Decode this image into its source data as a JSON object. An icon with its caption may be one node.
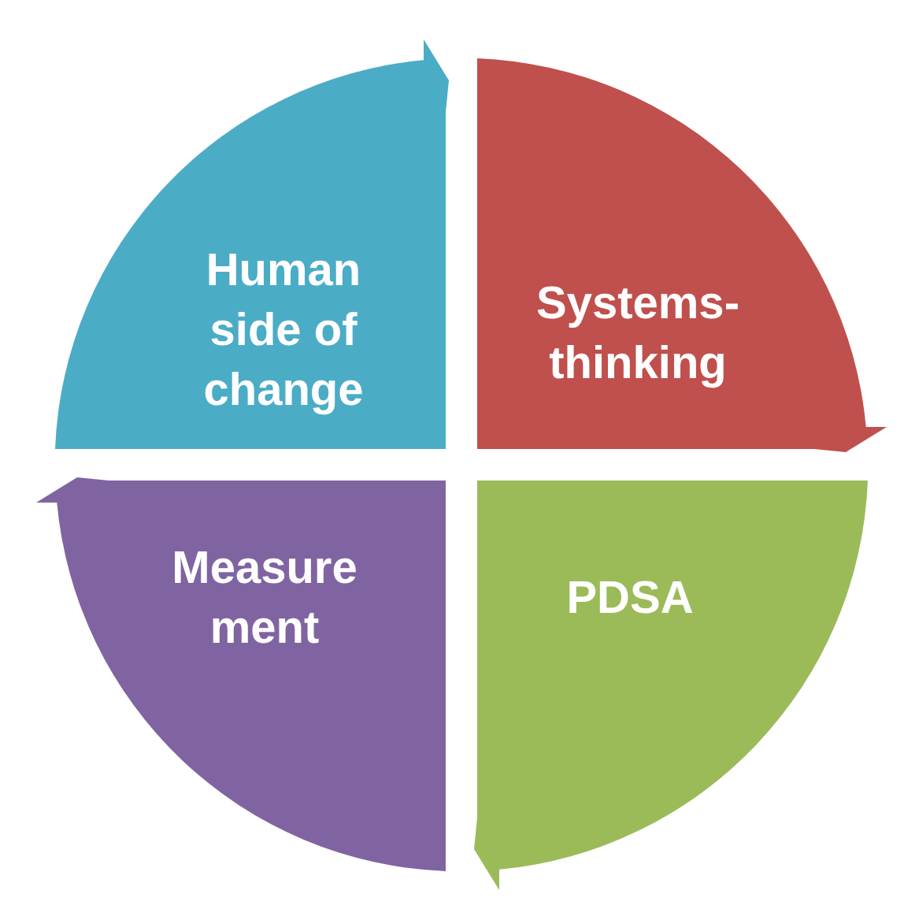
{
  "diagram": {
    "nodes": [
      {
        "text": [
          "Human side of change"
        ]
      },
      {
        "text": [
          "Systems- thinking"
        ]
      },
      {
        "text": [
          "PDSA"
        ]
      },
      {
        "text": [
          "Measure ment"
        ]
      }
    ]
  }
}
